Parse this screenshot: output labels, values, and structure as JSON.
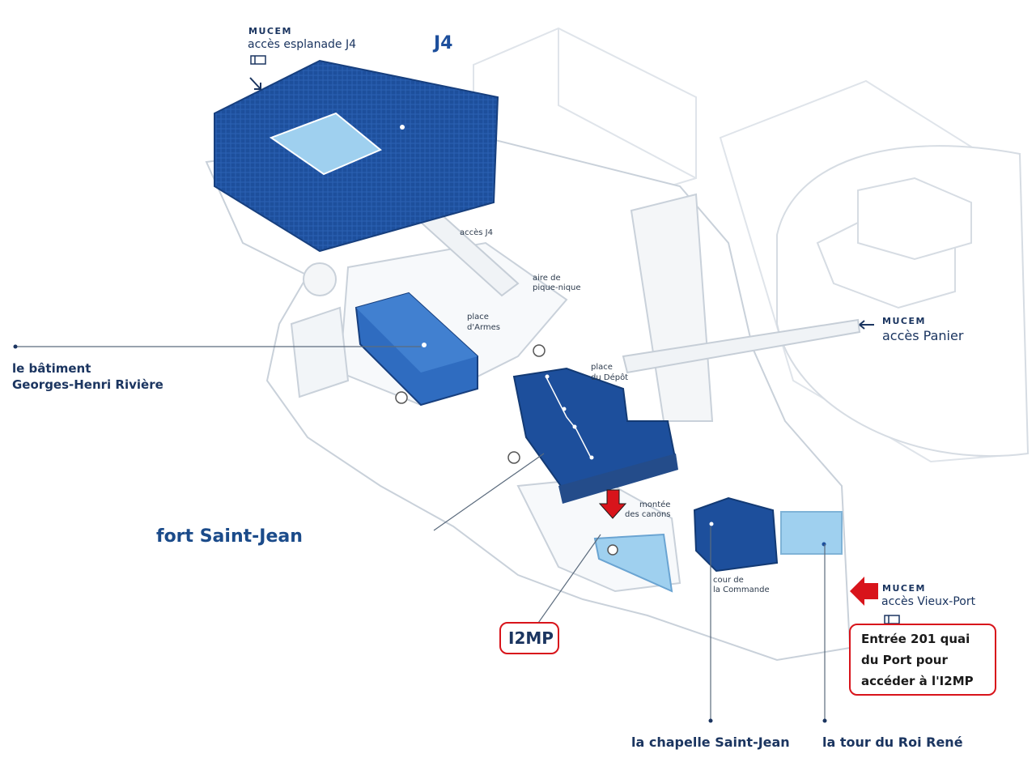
{
  "labels": {
    "logo": "MUCEM",
    "access_esplanade": "accès esplanade J4",
    "j4": "J4",
    "acces_j4": "accès J4",
    "aire_pique_nique_1": "aire de",
    "aire_pique_nique_2": "pique-nique",
    "place_armes_1": "place",
    "place_armes_2": "d'Armes",
    "place_depot_1": "place",
    "place_depot_2": "du Dépôt",
    "access_panier": "accès Panier",
    "batiment_1": "le bâtiment",
    "batiment_2": "Georges-Henri Rivière",
    "fort": "fort Saint-Jean",
    "montee_1": "montée",
    "montee_2": "des canons",
    "cour_1": "cour de",
    "cour_2": "la Commande",
    "access_vieux_port": "accès Vieux-Port",
    "i2mp": "I2MP",
    "entree_1": "Entrée 201 quai",
    "entree_2": "du Port pour",
    "entree_3": "accéder à l'I2MP",
    "chapelle": "la chapelle Saint-Jean",
    "tour": "la tour du Roi René"
  },
  "colors": {
    "dark_blue": "#1d4f9c",
    "mid_blue": "#2f6cc0",
    "light_blue": "#9fd0ef",
    "red": "#d8141b",
    "outline": "#c8d0d8",
    "text": "#1b3560"
  }
}
